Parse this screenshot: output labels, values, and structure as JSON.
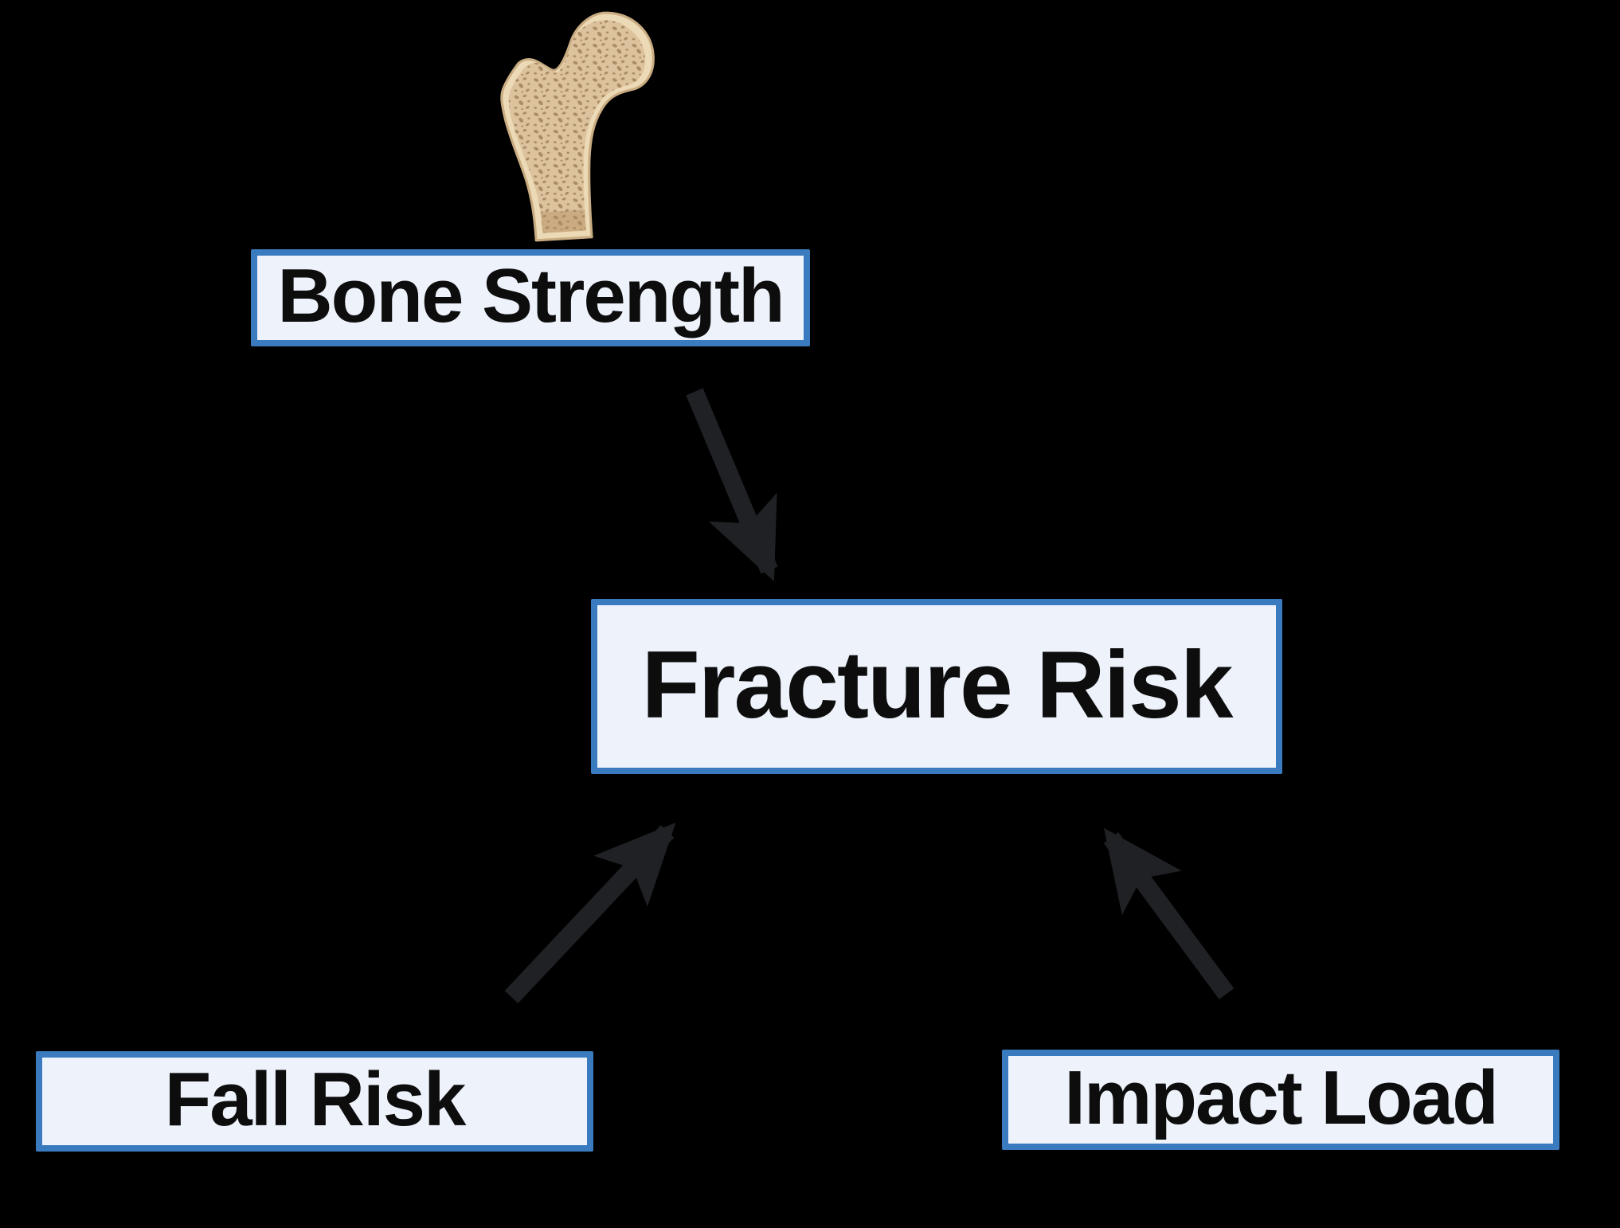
{
  "diagram": {
    "description": "Causal diagram of factors leading to fracture risk",
    "nodes": [
      {
        "id": "bone-strength",
        "label": "Bone Strength"
      },
      {
        "id": "fracture-risk",
        "label": "Fracture Risk"
      },
      {
        "id": "fall-risk",
        "label": "Fall Risk"
      },
      {
        "id": "impact-load",
        "label": "Impact Load"
      }
    ],
    "edges": [
      {
        "from": "bone-strength",
        "to": "fracture-risk",
        "direction": "down-right"
      },
      {
        "from": "fall-risk",
        "to": "fracture-risk",
        "direction": "up-right"
      },
      {
        "from": "impact-load",
        "to": "fracture-risk",
        "direction": "up-left"
      }
    ],
    "icons": [
      {
        "name": "femur-bone-icon",
        "depicts": "proximal femur cross-section showing cortical shell and trabecular (spongy) interior"
      }
    ]
  },
  "colors": {
    "background": "#000000",
    "node-fill": "#edf2fb",
    "node-border": "#3a7bbf",
    "node-text": "#0d0d0d",
    "arrow": "#1f2125",
    "bone-cortical": "#ecd9b5",
    "bone-outline": "#c9ac82",
    "bone-trabecular": "#dcc29d",
    "bone-speckle": "#a98b64",
    "bone-shadow": "#cbab81"
  }
}
